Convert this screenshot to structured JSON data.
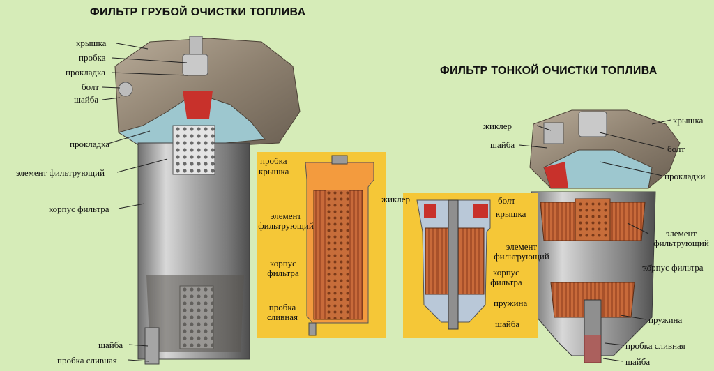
{
  "titles": {
    "coarse": "ФИЛЬТР ГРУБОЙ ОЧИСТКИ ТОПЛИВА",
    "fine": "ФИЛЬТР ТОНКОЙ ОЧИСТКИ ТОПЛИВА"
  },
  "coarse_labels": {
    "cover": "крышка",
    "plug": "пробка",
    "gasket_top": "прокладка",
    "bolt": "болт",
    "washer_top": "шайба",
    "gasket": "прокладка",
    "element": "элемент фильтрующий",
    "body": "корпус фильтра",
    "washer_bottom": "шайба",
    "drain_plug": "пробка сливная"
  },
  "coarse_inset_labels": {
    "plug": "пробка",
    "cover": "крышка",
    "element": "элемент фильтрующий",
    "body": "корпус фильтра",
    "drain": "пробка сливная"
  },
  "fine_inset_labels": {
    "jet": "жиклер",
    "bolt": "болт",
    "cover": "крышка",
    "element": "элемент фильтрующий",
    "body": "корпус фильтра",
    "spring": "пружина",
    "washer": "шайба"
  },
  "fine_labels": {
    "jet": "жиклер",
    "washer_top": "шайба",
    "cover": "крышка",
    "bolt": "болт",
    "gaskets": "прокладки",
    "element": "элемент фильтрующий",
    "body": "корпус фильтра",
    "spring": "пружина",
    "drain_plug": "пробка сливная",
    "washer_bottom": "шайба"
  }
}
